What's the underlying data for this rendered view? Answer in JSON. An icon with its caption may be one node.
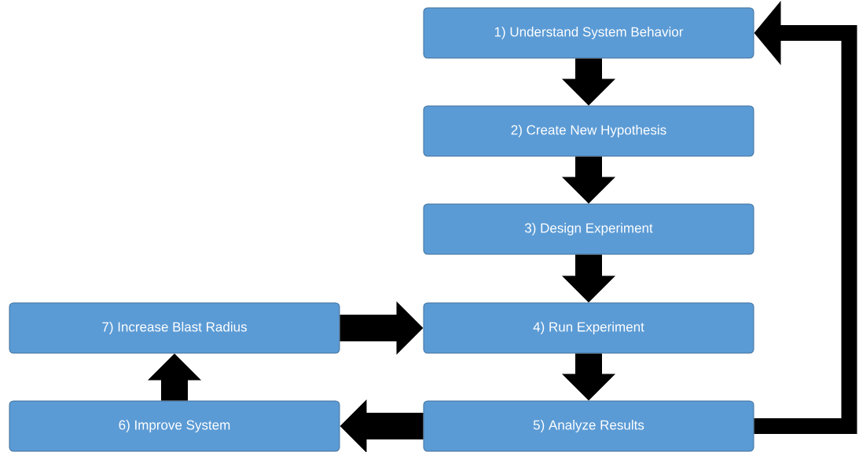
{
  "diagram": {
    "nodes": [
      {
        "text": [
          "1) Understand System Behavior"
        ]
      },
      {
        "text": [
          "2) Create New Hypothesis"
        ]
      },
      {
        "text": [
          "3) Design Experiment"
        ]
      },
      {
        "text": [
          "4) Run Experiment"
        ]
      },
      {
        "text": [
          "5) Analyze Results"
        ]
      },
      {
        "text": [
          "6) Improve System"
        ]
      },
      {
        "text": [
          "7) Increase Blast Radius"
        ]
      }
    ],
    "edges": [
      {
        "from": 0,
        "to": 1,
        "arrow": "to"
      },
      {
        "from": 1,
        "to": 2,
        "arrow": "to"
      },
      {
        "from": 2,
        "to": 3,
        "arrow": "to"
      },
      {
        "from": 3,
        "to": 4,
        "arrow": "to"
      },
      {
        "from": 4,
        "to": 5,
        "arrow": "to"
      },
      {
        "from": 5,
        "to": 6,
        "arrow": "to"
      },
      {
        "from": 6,
        "to": 3,
        "arrow": "to"
      },
      {
        "from": 4,
        "to": 0,
        "arrow": "to"
      }
    ]
  }
}
